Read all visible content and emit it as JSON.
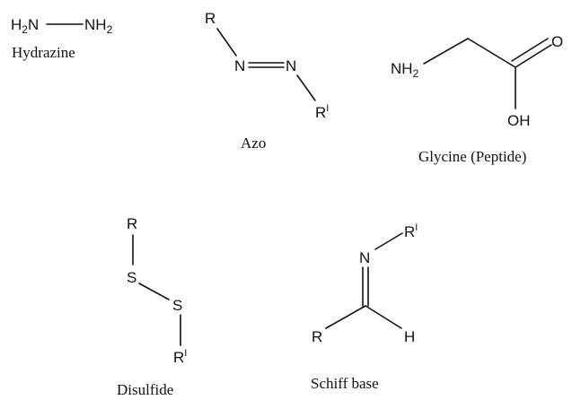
{
  "hydrazine": {
    "label": "Hydrazine",
    "left": {
      "sym": "H",
      "sub": "2",
      "tail": "N"
    },
    "right": {
      "sym": "NH",
      "sub": "2"
    }
  },
  "azo": {
    "label": "Azo",
    "r": "R",
    "n1": "N",
    "n2": "N",
    "rp": {
      "sym": "R",
      "prime": "I"
    }
  },
  "glycine": {
    "label": "Glycine (Peptide)",
    "nh2": {
      "sym": "NH",
      "sub": "2"
    },
    "o": "O",
    "oh": "OH"
  },
  "disulfide": {
    "label": "Disulfide",
    "r": "R",
    "s1": "S",
    "s2": "S",
    "rp": {
      "sym": "R",
      "prime": "I"
    }
  },
  "schiff": {
    "label": "Schiff base",
    "n": "N",
    "rp": {
      "sym": "R",
      "prime": "I"
    },
    "r": "R",
    "h": "H"
  }
}
